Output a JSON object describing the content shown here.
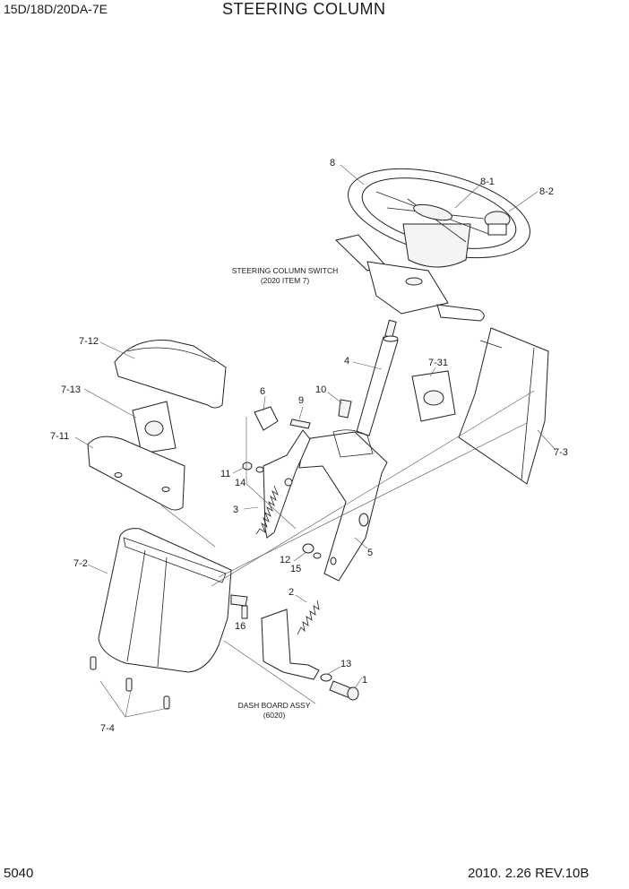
{
  "header": {
    "model": "15D/18D/20DA-7E",
    "title": "STEERING COLUMN"
  },
  "footer": {
    "page_number": "5040",
    "revision": "2010. 2.26 REV.10B"
  },
  "notes": {
    "switch_line1": "STEERING COLUMN SWITCH",
    "switch_line2": "(2020 ITEM 7)",
    "dash_line1": "DASH BOARD ASSY",
    "dash_line2": "(6020)"
  },
  "callouts": {
    "c8": "8",
    "c8_1": "8-1",
    "c8_2": "8-2",
    "c4": "4",
    "c7_31": "7-31",
    "c7_3": "7-3",
    "c7_12": "7-12",
    "c7_13": "7-13",
    "c7_11": "7-11",
    "c6": "6",
    "c9": "9",
    "c10": "10",
    "c11": "11",
    "c14": "14",
    "c3": "3",
    "c5": "5",
    "c12": "12",
    "c15": "15",
    "c7_2": "7-2",
    "c2": "2",
    "c16": "16",
    "c13": "13",
    "c1": "1",
    "c7_4": "7-4"
  }
}
